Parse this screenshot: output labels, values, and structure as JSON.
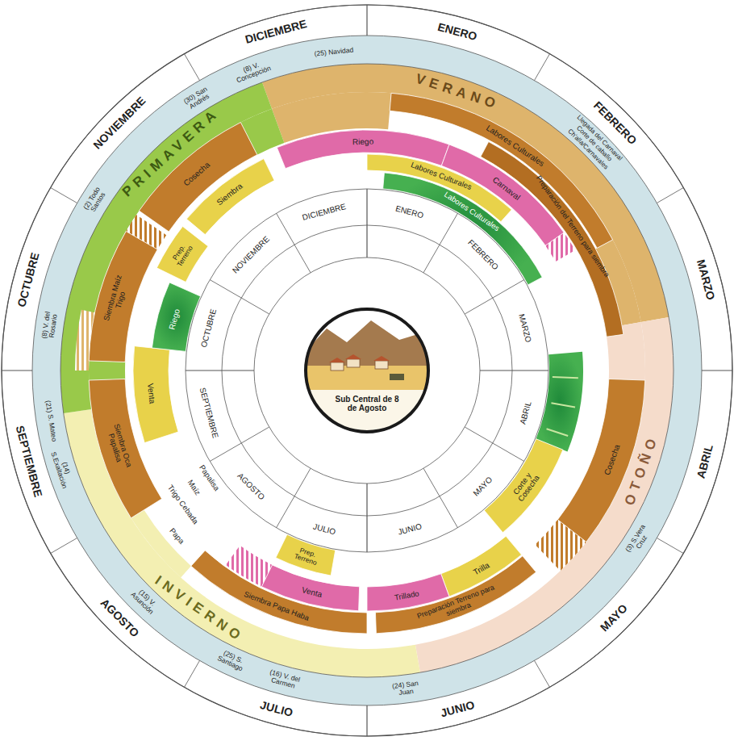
{
  "diagram": {
    "nodes": [
      {
        "text": [
          "Sub Central de 8 de Agosto"
        ]
      },
      {
        "text": [
          "VERANO"
        ]
      },
      {
        "text": [
          "OTOÑO"
        ]
      },
      {
        "text": [
          "INVIERNO"
        ]
      },
      {
        "text": [
          "PRIMAVERA"
        ]
      },
      {
        "text": [
          "Labores Culturales"
        ]
      },
      {
        "text": [
          "Preparación del Terreno para siembra"
        ]
      },
      {
        "text": [
          "Cosecha"
        ]
      },
      {
        "text": [
          "Preparación Terreno para siembra"
        ]
      },
      {
        "text": [
          "Siembra Papa Haba"
        ]
      },
      {
        "text": [
          "Siembra Oca Papalisa"
        ]
      },
      {
        "text": [
          "Siembra Maíz Trigo"
        ]
      },
      {
        "text": [
          "Cosecha"
        ]
      },
      {
        "text": [
          "Riego"
        ]
      },
      {
        "text": [
          "Carnaval"
        ]
      },
      {
        "text": [
          "Labores Culturales"
        ]
      },
      {
        "text": [
          "Labores Culturales"
        ]
      },
      {
        "text": [
          "Corte y Cosecha"
        ]
      },
      {
        "text": [
          "Trilla"
        ]
      },
      {
        "text": [
          "Trillado"
        ]
      },
      {
        "text": [
          "Venta"
        ]
      },
      {
        "text": [
          "Prep. Terreno"
        ]
      },
      {
        "text": [
          "Venta"
        ]
      },
      {
        "text": [
          "Riego"
        ]
      },
      {
        "text": [
          "Prep. Terreno"
        ]
      },
      {
        "text": [
          "Siembra"
        ]
      }
    ],
    "labels": [
      "ENERO",
      "FEBRERO",
      "MARZO",
      "ABRIL",
      "MAYO",
      "JUNIO",
      "JULIO",
      "AGOSTO",
      "SEPTIEMBRE",
      "OCTUBRE",
      "NOVIEMBRE",
      "DICIEMBRE",
      "(25) Navidad",
      "(8) V. Concepción",
      "(30) San Andrés",
      "(2) Todo Santos",
      "(8) V. del Rosario",
      "(21) S. Mateo",
      "(14) S.Exaltación",
      "(15) V. Asunción",
      "(25) S. Santiago",
      "(16) V. del Carmen",
      "(24) San Juan",
      "(3) S.Vera Cruz",
      "Llegada del Carnaval",
      "Corte de caballo",
      "Ch'alla/Carnavales",
      "ENERO",
      "FEBRERO",
      "MARZO",
      "ABRIL",
      "MAYO",
      "JUNIO",
      "JULIO",
      "AGOSTO",
      "SEPTIEMBRE",
      "OCTUBRE",
      "NOVIEMBRE",
      "DICIEMBRE",
      "Papa",
      "Trigo Cebada",
      "Maíz",
      "Papalisa"
    ]
  }
}
